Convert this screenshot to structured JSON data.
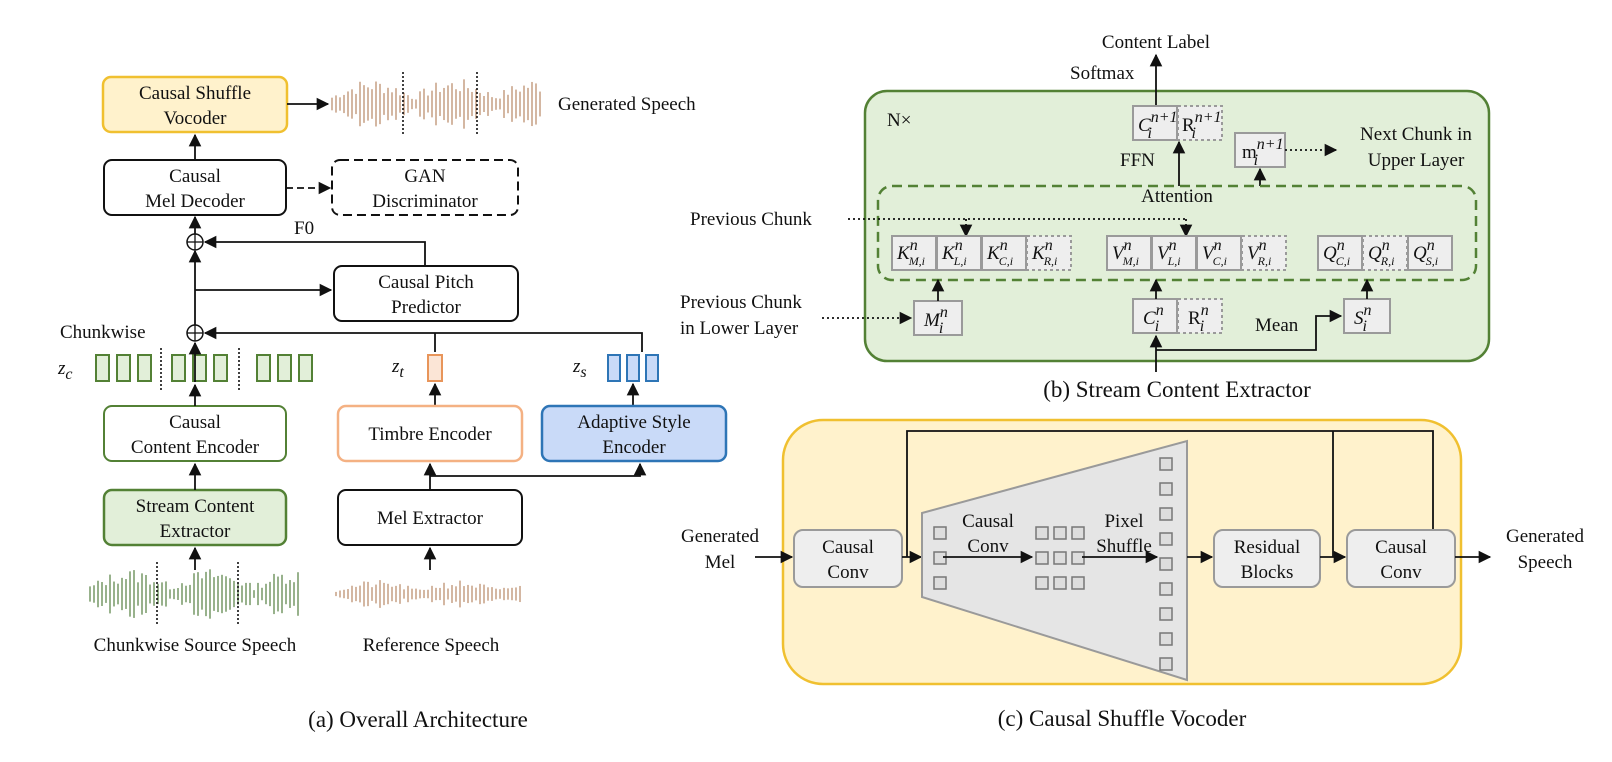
{
  "colors": {
    "green_fill": "#e2efd9",
    "green_stroke": "#538135",
    "yellow_fill": "#fff2cc",
    "yellow_stroke": "#f0c030",
    "blue_fill": "#c9daf8",
    "blue_stroke": "#2e75b6",
    "orange_stroke": "#f4b183",
    "orange_fill": "#fbe5d6",
    "gray_fill": "#eeeeee",
    "gray_stroke": "#9a9a9a",
    "wave_brown": "#c9a58b",
    "wave_green": "#7f9f6f"
  },
  "panel_a": {
    "caption": "(a) Overall Architecture",
    "vocoder": [
      "Causal Shuffle",
      "Vocoder"
    ],
    "generated_speech": "Generated Speech",
    "mel_decoder": [
      "Causal",
      "Mel Decoder"
    ],
    "gan": [
      "GAN",
      "Discriminator"
    ],
    "f0": "F0",
    "pitch_predictor": [
      "Causal Pitch",
      "Predictor"
    ],
    "chunkwise": "Chunkwise",
    "zc": "z",
    "zc_sub": "c",
    "zt": "z",
    "zt_sub": "t",
    "zs": "z",
    "zs_sub": "s",
    "content_encoder": [
      "Causal",
      "Content Encoder"
    ],
    "timbre_encoder": "Timbre Encoder",
    "style_encoder": [
      "Adaptive Style",
      "Encoder"
    ],
    "stream_extractor": [
      "Stream Content",
      "Extractor"
    ],
    "mel_extractor": "Mel Extractor",
    "source_speech": "Chunkwise Source Speech",
    "reference_speech": "Reference Speech"
  },
  "panel_b": {
    "caption": "(b) Stream Content Extractor",
    "content_label": "Content Label",
    "softmax": "Softmax",
    "nx": "N×",
    "ffn": "FFN",
    "next_chunk": [
      "Next Chunk in",
      "Upper Layer"
    ],
    "attention": "Attention",
    "previous_chunk": "Previous Chunk",
    "previous_chunk_lower": [
      "Previous Chunk",
      "in Lower Layer"
    ],
    "mean": "Mean",
    "c_next": "C",
    "r_next": "R",
    "m_next": "m",
    "k_group": [
      "K",
      "K",
      "K",
      "K"
    ],
    "k_subs": [
      "M,i",
      "L,i",
      "C,i",
      "R,i"
    ],
    "v_group": [
      "V",
      "V",
      "V",
      "V"
    ],
    "v_subs": [
      "M,i",
      "L,i",
      "C,i",
      "R,i"
    ],
    "q_group": [
      "Q",
      "Q",
      "Q"
    ],
    "q_subs": [
      "C,i",
      "R,i",
      "S,i"
    ],
    "m_in": "M",
    "c_in": "C",
    "r_in": "R",
    "s_in": "S",
    "sup_n": "n",
    "sup_n1": "n+1",
    "sub_i": "i"
  },
  "panel_c": {
    "caption": "(c) Causal Shuffle Vocoder",
    "generated_mel": [
      "Generated",
      "Mel"
    ],
    "causal_conv_1": [
      "Causal",
      "Conv"
    ],
    "inner_causal_conv": [
      "Causal",
      "Conv"
    ],
    "pixel_shuffle": [
      "Pixel",
      "Shuffle"
    ],
    "residual_blocks": [
      "Residual",
      "Blocks"
    ],
    "causal_conv_2": [
      "Causal",
      "Conv"
    ],
    "generated_speech": [
      "Generated",
      "Speech"
    ]
  }
}
